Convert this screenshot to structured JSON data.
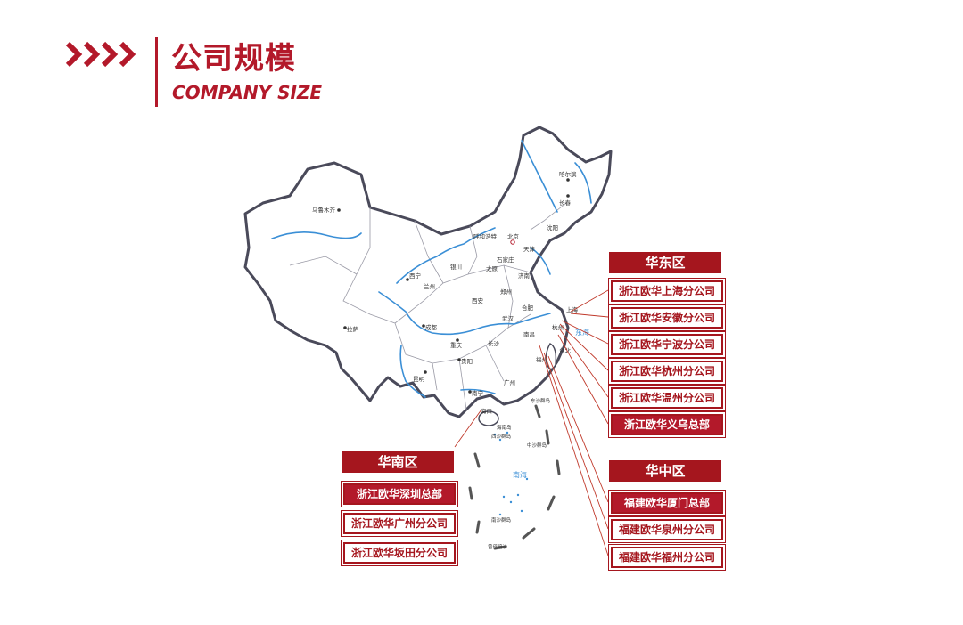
{
  "header": {
    "title_cn": "公司规模",
    "title_en": "COMPANY SIZE"
  },
  "colors": {
    "accent": "#b3192a",
    "river": "#3b8fd6",
    "land_border": "#4a4a5a"
  },
  "map": {
    "cities": {
      "urumqi": "乌鲁木齐",
      "harbin": "哈尔滨",
      "changchun": "长春",
      "shenyang": "沈阳",
      "hohhot": "呼和浩特",
      "beijing": "北京",
      "tianjin": "天津",
      "shijiazhuang": "石家庄",
      "taiyuan": "太原",
      "yinchuan": "银川",
      "xining": "西宁",
      "lanzhou": "兰州",
      "xian": "西安",
      "zhengzhou": "郑州",
      "jinan": "济南",
      "hefei": "合肥",
      "wuhan": "武汉",
      "chengdu": "成都",
      "chongqing": "重庆",
      "lhasa": "拉萨",
      "changsha": "长沙",
      "nanchang": "南昌",
      "hangzhou": "杭州",
      "shanghai": "上海",
      "guiyang": "贵阳",
      "kunming": "昆明",
      "nanning": "南宁",
      "fuzhou": "福州",
      "guangzhou": "广州",
      "haikou": "海口",
      "taipei": "台北"
    },
    "seas": {
      "east_sea": "东海",
      "south_sea": "南海"
    },
    "islands": {
      "hainan": "海南岛",
      "dongsha": "东沙群岛",
      "xisha": "西沙群岛",
      "zhongsha": "中沙群岛",
      "nansha": "南沙群岛",
      "zengmu": "曾母暗沙"
    }
  },
  "regions": {
    "east": {
      "label": "华东区",
      "offices": [
        "浙江欧华上海分公司",
        "浙江欧华安徽分公司",
        "浙江欧华宁波分公司",
        "浙江欧华杭州分公司",
        "浙江欧华温州分公司",
        "浙江欧华义乌总部"
      ]
    },
    "south": {
      "label": "华南区",
      "offices": [
        "浙江欧华深圳总部",
        "浙江欧华广州分公司",
        "浙江欧华坂田分公司"
      ]
    },
    "central": {
      "label": "华中区",
      "offices": [
        "福建欧华厦门总部",
        "福建欧华泉州分公司",
        "福建欧华福州分公司"
      ]
    }
  }
}
